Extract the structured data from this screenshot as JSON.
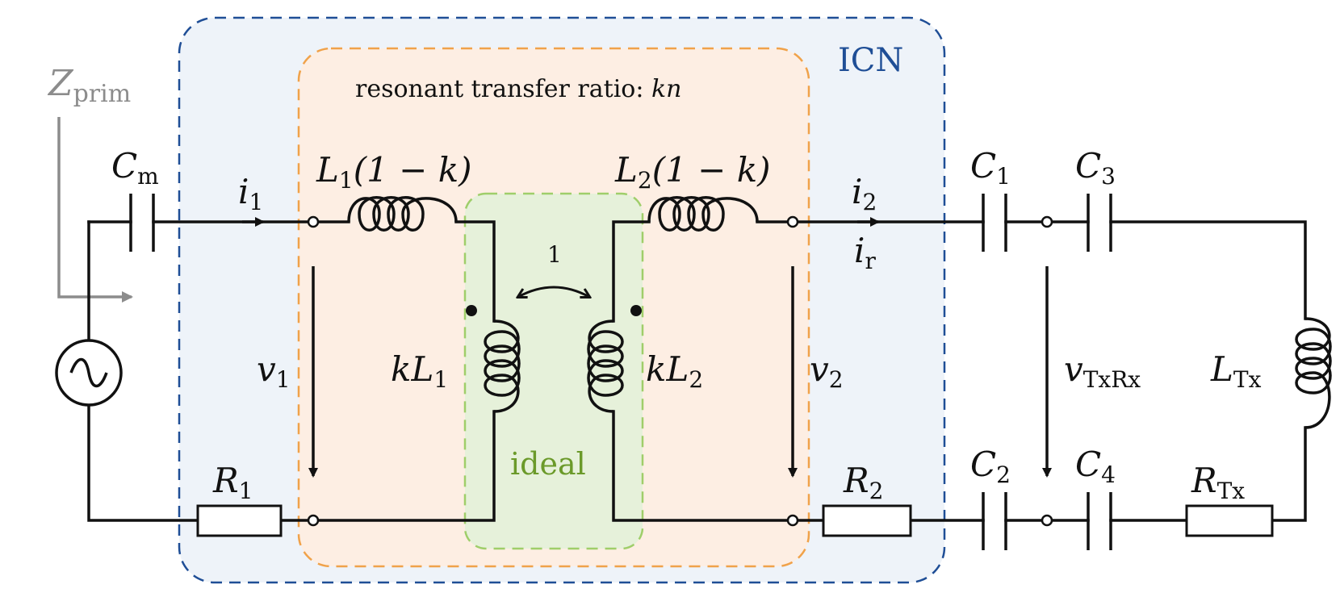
{
  "colors": {
    "icn_stroke": "#1f4e96",
    "icn_fill": "#eef3f9",
    "resonant_stroke": "#f0a24a",
    "resonant_fill": "#fdeee3",
    "ideal_stroke": "#9fce6a",
    "ideal_fill": "#e6f1da",
    "ideal_text": "#6b9a2a",
    "zprim_color": "#8c8c8c",
    "wire": "#111111"
  },
  "regions": {
    "icn_label": "ICN",
    "resonant_label": "resonant transfer ratio: ",
    "resonant_var": "kn",
    "ideal_label": "ideal"
  },
  "zprim": {
    "main": "Z",
    "sub": "prim"
  },
  "components": {
    "cm": {
      "main": "C",
      "sub": "m"
    },
    "l1_series": {
      "main": "L",
      "sub": "1",
      "rest": "(1 − k)"
    },
    "l2_series": {
      "main": "L",
      "sub": "2",
      "rest": "(1 − k)"
    },
    "kl1": {
      "pre": "kL",
      "sub": "1"
    },
    "kl2": {
      "pre": "kL",
      "sub": "2"
    },
    "ratio": "1",
    "r1": {
      "main": "R",
      "sub": "1"
    },
    "r2": {
      "main": "R",
      "sub": "2"
    },
    "c1": {
      "main": "C",
      "sub": "1"
    },
    "c2": {
      "main": "C",
      "sub": "2"
    },
    "c3": {
      "main": "C",
      "sub": "3"
    },
    "c4": {
      "main": "C",
      "sub": "4"
    },
    "ltx": {
      "main": "L",
      "sub": "Tx"
    },
    "rtx": {
      "main": "R",
      "sub": "Tx"
    }
  },
  "signals": {
    "i1": {
      "main": "i",
      "sub": "1"
    },
    "i2": {
      "main": "i",
      "sub": "2"
    },
    "ir": {
      "main": "i",
      "sub": "r"
    },
    "v1": {
      "main": "v",
      "sub": "1"
    },
    "v2": {
      "main": "v",
      "sub": "2"
    },
    "vtxrx": {
      "main": "v",
      "sub": "TxRx"
    }
  }
}
